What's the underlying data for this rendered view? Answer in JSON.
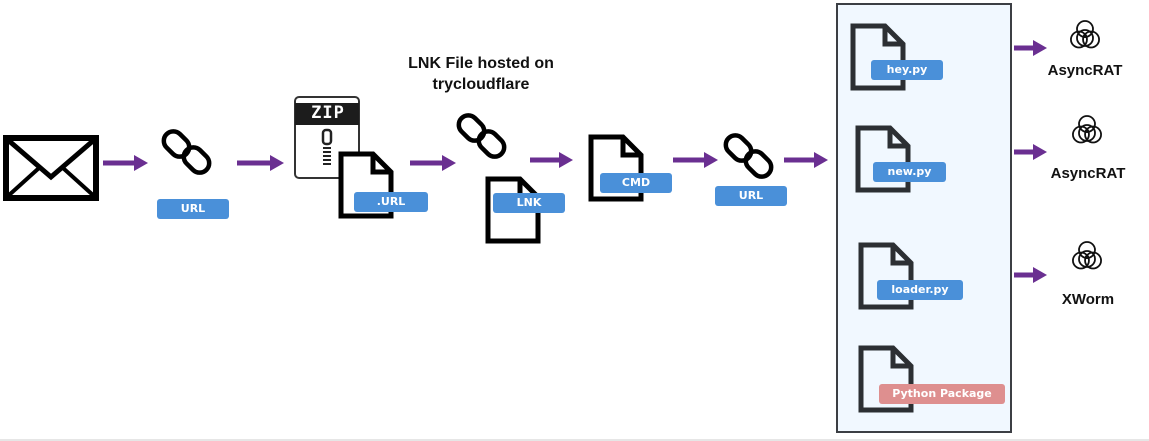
{
  "diagram": {
    "title_annotation": {
      "line1": "LNK File hosted on",
      "line2": "trycloudflare"
    },
    "nodes": [
      {
        "id": "email",
        "icon": "envelope-icon",
        "label": ""
      },
      {
        "id": "url1",
        "icon": "link-icon",
        "label": "URL"
      },
      {
        "id": "zip",
        "icon": "zip-archive-icon",
        "zip_text": "ZIP",
        "label": ".URL"
      },
      {
        "id": "lnk",
        "icon": "link-icon",
        "label": "LNK"
      },
      {
        "id": "cmd",
        "icon": "file-icon",
        "label": "CMD"
      },
      {
        "id": "url2",
        "icon": "link-icon",
        "label": "URL"
      },
      {
        "id": "payloads",
        "type": "group",
        "items": [
          {
            "icon": "file-icon",
            "label": "hey.py",
            "color": "#4a90d9"
          },
          {
            "icon": "file-icon",
            "label": "new.py",
            "color": "#4a90d9"
          },
          {
            "icon": "file-icon",
            "label": "loader.py",
            "color": "#4a90d9"
          },
          {
            "icon": "file-icon",
            "label": "Python Package",
            "color": "#de8f8f"
          }
        ]
      }
    ],
    "outputs": [
      {
        "icon": "biohazard-icon",
        "label": "AsyncRAT"
      },
      {
        "icon": "biohazard-icon",
        "label": "AsyncRAT"
      },
      {
        "icon": "biohazard-icon",
        "label": "XWorm"
      }
    ],
    "colors": {
      "arrow": "#6a2f91",
      "label_blue": "#4a90d9",
      "label_red": "#de8f8f",
      "group_bg": "#f1f8ff",
      "group_border": "#3c3f44"
    }
  }
}
